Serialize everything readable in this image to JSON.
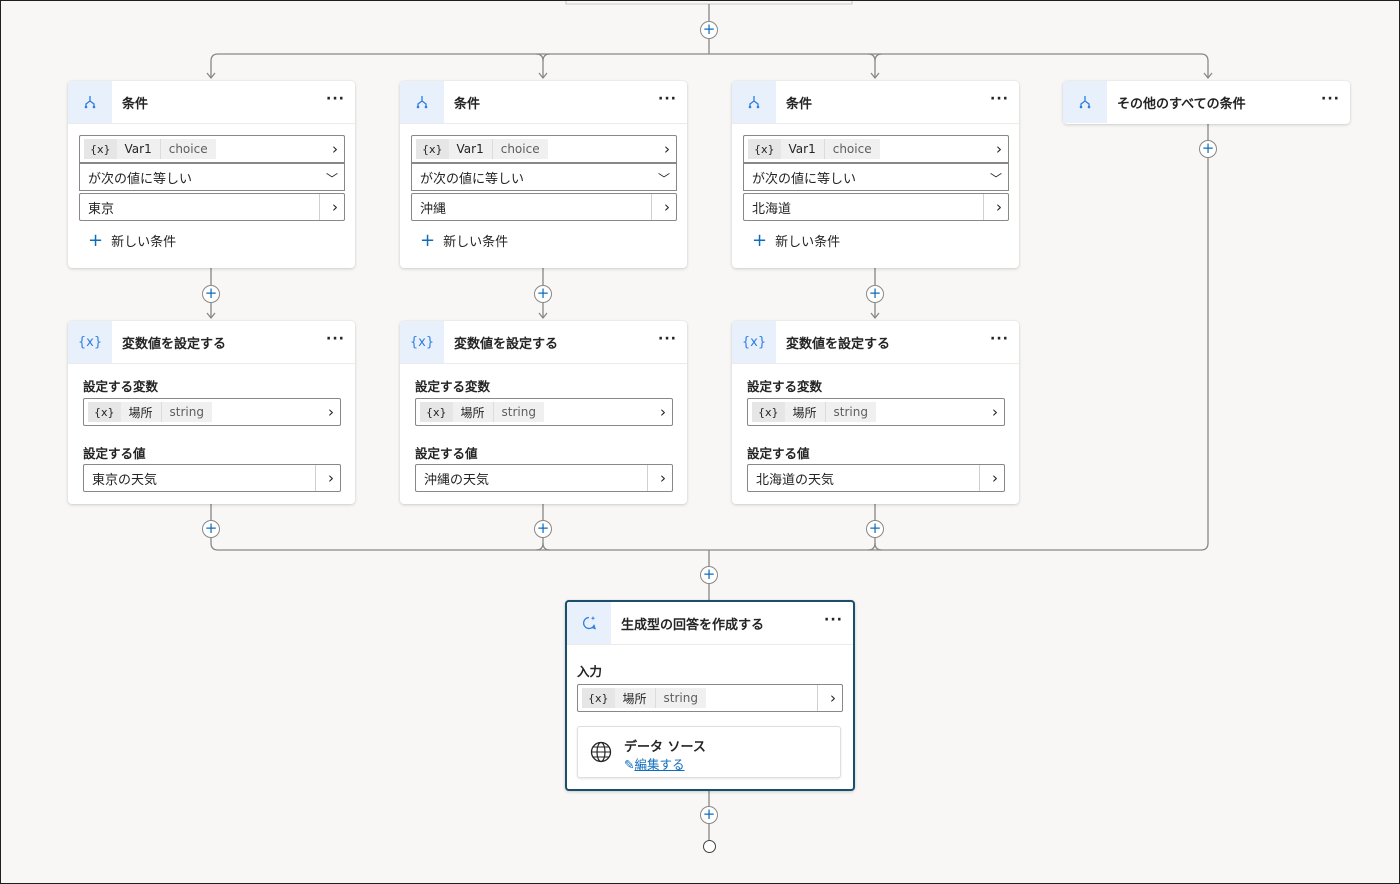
{
  "branches": [
    {
      "condition_title": "条件",
      "variable": {
        "icon": "{x}",
        "name": "Var1",
        "type": "choice"
      },
      "operator": "が次の値に等しい",
      "value": "東京",
      "new_condition": "新しい条件",
      "setvar_title": "変数値を設定する",
      "set_variable_label": "設定する変数",
      "set_variable": {
        "icon": "{x}",
        "name": "場所",
        "type": "string"
      },
      "set_value_label": "設定する値",
      "set_value": "東京の天気"
    },
    {
      "condition_title": "条件",
      "variable": {
        "icon": "{x}",
        "name": "Var1",
        "type": "choice"
      },
      "operator": "が次の値に等しい",
      "value": "沖縄",
      "new_condition": "新しい条件",
      "setvar_title": "変数値を設定する",
      "set_variable_label": "設定する変数",
      "set_variable": {
        "icon": "{x}",
        "name": "場所",
        "type": "string"
      },
      "set_value_label": "設定する値",
      "set_value": "沖縄の天気"
    },
    {
      "condition_title": "条件",
      "variable": {
        "icon": "{x}",
        "name": "Var1",
        "type": "choice"
      },
      "operator": "が次の値に等しい",
      "value": "北海道",
      "new_condition": "新しい条件",
      "setvar_title": "変数値を設定する",
      "set_variable_label": "設定する変数",
      "set_variable": {
        "icon": "{x}",
        "name": "場所",
        "type": "string"
      },
      "set_value_label": "設定する値",
      "set_value": "北海道の天気"
    }
  ],
  "else_branch": {
    "title": "その他のすべての条件"
  },
  "generative": {
    "title": "生成型の回答を作成する",
    "input_label": "入力",
    "input_variable": {
      "icon": "{x}",
      "name": "場所",
      "type": "string"
    },
    "datasource_title": "データ ソース",
    "datasource_edit": "編集する"
  },
  "icons": {
    "more": "more-icon",
    "condition": "branch-icon",
    "variable": "variable-icon",
    "generative": "chat-sparkle-icon",
    "globe": "globe-icon",
    "edit": "pencil-icon",
    "add": "add-icon"
  },
  "colors": {
    "accent": "#0f6cbd",
    "icon_bg": "#e8f1fb",
    "selected_border": "#1b4e6b"
  }
}
